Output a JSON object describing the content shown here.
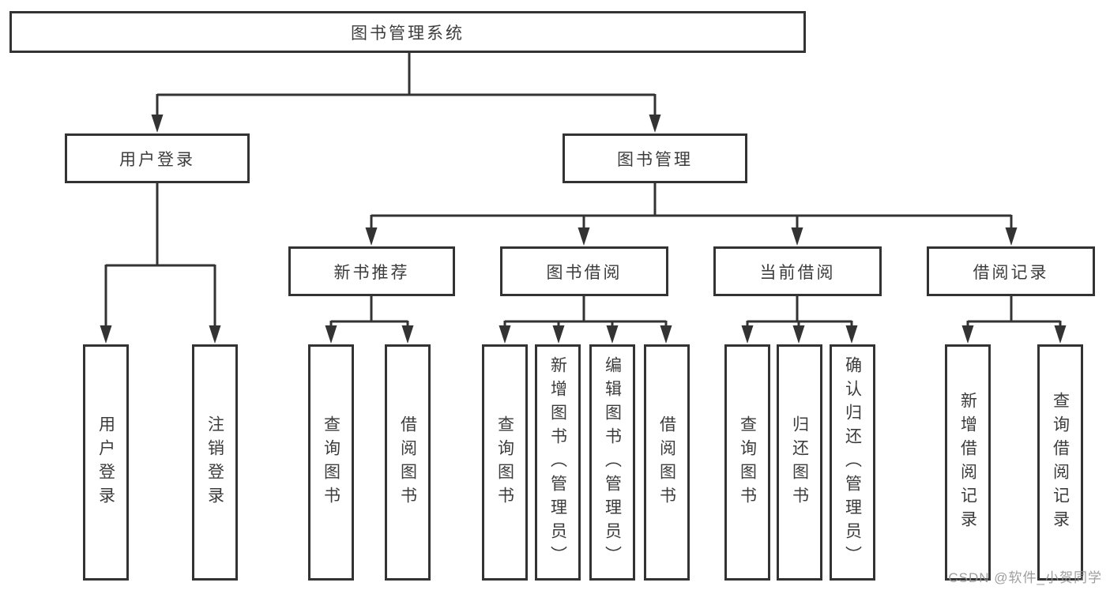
{
  "diagram": {
    "root": {
      "label": "图书管理系统"
    },
    "branches": [
      {
        "label": "用户登录",
        "children": [
          {
            "label": "用户登录"
          },
          {
            "label": "注销登录"
          }
        ]
      },
      {
        "label": "图书管理",
        "children": [
          {
            "label": "新书推荐",
            "children": [
              {
                "label": "查询图书"
              },
              {
                "label": "借阅图书"
              }
            ]
          },
          {
            "label": "图书借阅",
            "children": [
              {
                "label": "查询图书"
              },
              {
                "label": "新增图书（管理员）"
              },
              {
                "label": "编辑图书（管理员）"
              },
              {
                "label": "借阅图书"
              }
            ]
          },
          {
            "label": "当前借阅",
            "children": [
              {
                "label": "查询图书"
              },
              {
                "label": "归还图书"
              },
              {
                "label": "确认归还（管理员）"
              }
            ]
          },
          {
            "label": "借阅记录",
            "children": [
              {
                "label": "新增借阅记录"
              },
              {
                "label": "查询借阅记录"
              }
            ]
          }
        ]
      }
    ]
  },
  "watermark": "CSDN @软件_小贺同学",
  "colors": {
    "line": "#333333",
    "text": "#3c3c3c",
    "background": "#ffffff",
    "watermark": "#949494"
  }
}
